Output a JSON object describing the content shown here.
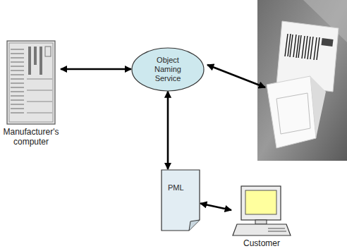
{
  "diagram": {
    "nodes": [
      {
        "text": [
          "Manufacturer's computer"
        ]
      },
      {
        "text": [
          "Object Naming Service"
        ]
      },
      {
        "text": [
          "PML"
        ]
      },
      {
        "text": [
          "Customer"
        ]
      }
    ],
    "edges": [
      {
        "from": 0,
        "to": 1,
        "arrow": "both"
      },
      {
        "from": 1,
        "to": 2,
        "arrow": "both"
      },
      {
        "from": 2,
        "to": 3,
        "arrow": "both"
      }
    ]
  }
}
